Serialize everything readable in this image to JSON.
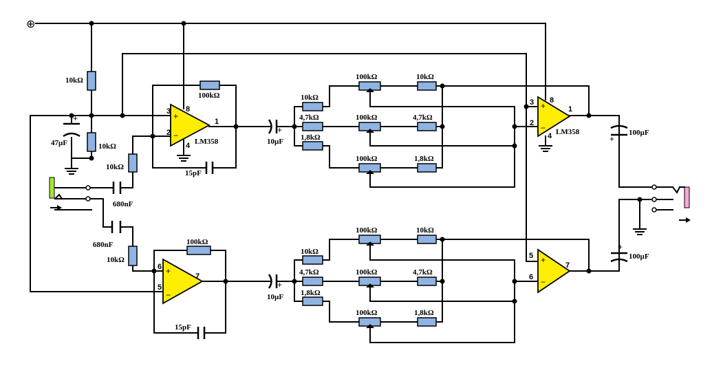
{
  "power_symbol": "⊕",
  "colors": {
    "wire": "#000000",
    "resistor_fill": "#8fb4e3",
    "opamp_fill": "#ffee00",
    "input_jack": "#a3e635",
    "output_jack": "#f9a8d4"
  },
  "opamps": {
    "u1": {
      "part": "LM358",
      "pin_in_plus": "3",
      "pin_in_minus": "2",
      "pin_out": "1",
      "pin_vcc": "8",
      "pin_gnd": "4"
    },
    "u2": {
      "pin_in_minus": "6",
      "pin_in_plus": "5",
      "pin_out": "7"
    },
    "u3": {
      "part": "LM358",
      "pin_in_plus": "3",
      "pin_in_minus": "2",
      "pin_out": "1",
      "pin_vcc": "8",
      "pin_gnd": "4"
    },
    "u4": {
      "pin_in_plus": "5",
      "pin_in_minus": "6",
      "pin_out": "7"
    }
  },
  "opamp_symbols": {
    "plus": "+",
    "minus": "−"
  },
  "labels": {
    "r_bias_top": "10kΩ",
    "c_bias": "47µF",
    "r_bias_bottom": "10kΩ",
    "r_fb_top": "100kΩ",
    "c_fb_top": "15pF",
    "r_in_top": "10kΩ",
    "c_in_top": "680nF",
    "c_in_bottom": "680nF",
    "r_in_bottom": "10kΩ",
    "r_fb_bottom": "100kΩ",
    "c_fb_bottom": "15pF",
    "c_couple_top": "10µF",
    "c_couple_bottom": "10µF",
    "c_out_top": "100µF",
    "c_out_bottom": "100µF",
    "eq_top": {
      "r1": "10kΩ",
      "r2": "4,7kΩ",
      "r3": "1,8kΩ",
      "p1": "100kΩ",
      "p2": "100kΩ",
      "p3": "100kΩ",
      "r4": "10kΩ",
      "r5": "4,7kΩ",
      "r6": "1,8kΩ"
    },
    "eq_bottom": {
      "r1": "10kΩ",
      "r2": "4,7kΩ",
      "r3": "1,8kΩ",
      "p1": "100kΩ",
      "p2": "100kΩ",
      "p3": "100kΩ",
      "r4": "10kΩ",
      "r5": "4,7kΩ",
      "r6": "1,8kΩ"
    }
  }
}
